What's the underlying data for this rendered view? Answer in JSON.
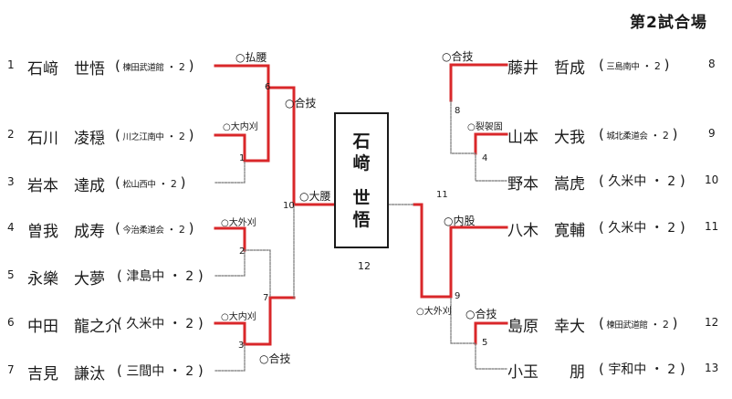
{
  "title": "第2試合場",
  "left_players": [
    {
      "seed": "1",
      "name": "石﨑　世悟",
      "affiliation": "楝田武道館",
      "grade": "2",
      "small": true
    },
    {
      "seed": "2",
      "name": "石川　凌穏",
      "affiliation": "川之江南中",
      "grade": "2",
      "small": true
    },
    {
      "seed": "3",
      "name": "岩本　達成",
      "affiliation": "松山西中",
      "grade": "2",
      "small": true
    },
    {
      "seed": "4",
      "name": "曽我　成寿",
      "affiliation": "今治柔道会",
      "grade": "2",
      "small": true
    },
    {
      "seed": "5",
      "name": "永樂　大夢",
      "affiliation": "津島中",
      "grade": "2",
      "small": false
    },
    {
      "seed": "6",
      "name": "中田　龍之介",
      "affiliation": "久米中",
      "grade": "2",
      "small": false
    },
    {
      "seed": "7",
      "name": "吉見　謙汰",
      "affiliation": "三間中",
      "grade": "2",
      "small": false
    }
  ],
  "right_players": [
    {
      "seed": "8",
      "name": "藤井　哲成",
      "affiliation": "三島南中",
      "grade": "2",
      "small": true
    },
    {
      "seed": "9",
      "name": "山本　大我",
      "affiliation": "城北柔道会",
      "grade": "2",
      "small": true
    },
    {
      "seed": "10",
      "name": "野本　嵩虎",
      "affiliation": "久米中",
      "grade": "2",
      "small": false
    },
    {
      "seed": "11",
      "name": "八木　寛輔",
      "affiliation": "久米中",
      "grade": "2",
      "small": false
    },
    {
      "seed": "12",
      "name": "島原　幸大",
      "affiliation": "楝田武道館",
      "grade": "2",
      "small": true
    },
    {
      "seed": "13",
      "name": "小玉　　朋",
      "affiliation": "宇和中",
      "grade": "2",
      "small": false
    }
  ],
  "match_numbers": {
    "m1": "1",
    "m2": "2",
    "m3": "3",
    "m4": "4",
    "m5": "5",
    "m6": "6",
    "m7": "7",
    "m8": "8",
    "m9": "9",
    "m10": "10",
    "m11": "11",
    "m12": "12"
  },
  "techniques": {
    "t_m6": "○払腰",
    "t_m1": "○大内刈",
    "t_m10_r1": "○合技",
    "t_m10": "○大腰",
    "t_m2": "○大外刈",
    "t_m3": "○大内刈",
    "t_m7": "○合技",
    "t_m8": "○合技",
    "t_m4": "○裂袈固",
    "t_m11_r": "○内股",
    "t_m9": "○大外刈",
    "t_m5": "○合技"
  },
  "champion": {
    "line1": "石",
    "line2": "﨑",
    "line3": "世",
    "line4": "悟"
  },
  "colors": {
    "winner_line": "#d9272a",
    "loser_line": "#666666",
    "text": "#1a1a1a"
  }
}
